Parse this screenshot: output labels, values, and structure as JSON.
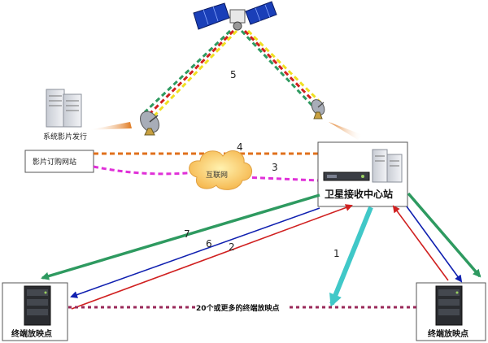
{
  "labels": {
    "distribution": "系统影片发行",
    "website": "影片订购网站",
    "internet": "互联网",
    "receiving_center": "卫星接收中心站",
    "terminal_left": "终端放映点",
    "terminal_right": "终端放映点",
    "terminals_note": "20个或更多的终端放映点"
  },
  "link_numbers": {
    "n1": "1",
    "n2": "2",
    "n3": "3",
    "n4": "4",
    "n5": "5",
    "n6": "6",
    "n7": "7"
  },
  "colors": {
    "orange": "#e0701c",
    "magenta": "#e030d8",
    "red": "#d02020",
    "green": "#2e9a60",
    "blue": "#1020b0",
    "cyan": "#40c8c8",
    "dark_magenta": "#9a2a5a",
    "yellow": "#f0e020",
    "cloud": "#ffcc66"
  },
  "icons": {
    "satellite": "satellite-icon",
    "dish": "satellite-dish-icon",
    "server": "server-tower-icon",
    "rack": "rack-equipment-icon",
    "projector": "projector-cabinet-icon"
  }
}
